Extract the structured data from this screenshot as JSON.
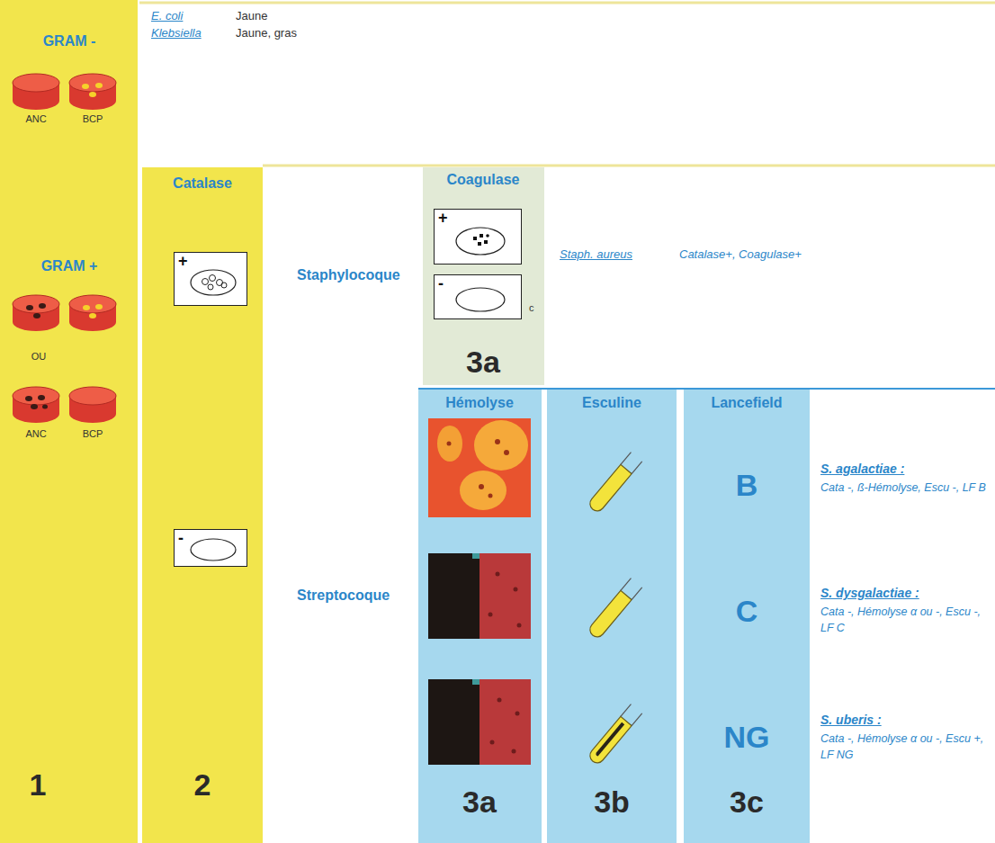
{
  "diagram": {
    "nodes": [
      {
        "text": [
          "GRAM -",
          "ANC",
          "BCP",
          "GRAM +",
          "OU",
          "ANC",
          "BCP",
          "1"
        ]
      },
      {
        "text": [
          "Catalase",
          "2"
        ]
      },
      {
        "text": [
          "+"
        ],
        "in": 1
      },
      {
        "text": [
          "-"
        ],
        "in": 1
      },
      {
        "text": [
          "Coagulase",
          "3a"
        ]
      },
      {
        "text": [
          "+"
        ],
        "in": 4
      },
      {
        "text": [
          "-"
        ],
        "in": 4
      },
      {
        "text": [
          "Hémolyse",
          "3a"
        ]
      },
      {
        "text": [
          "Esculine",
          "3b"
        ]
      },
      {
        "text": [
          "Lancefield",
          "B",
          "C",
          "NG",
          "3c"
        ]
      }
    ],
    "labels": [
      "E. coli",
      "Jaune",
      "Klebsiella",
      "Jaune, gras",
      "Staphylocoque",
      "Staph. aureus",
      "Catalase+, Coagulase+",
      "c",
      "Streptocoque",
      "S. agalactiae :",
      "Cata -, ß-Hémolyse, Escu -, LF B",
      "S. dysgalactiae :",
      "Cata -, Hémolyse α ou -, Escu -, LF C",
      "S. uberis :",
      "Cata -, Hémolyse α ou -, Escu +, LF NG"
    ]
  }
}
